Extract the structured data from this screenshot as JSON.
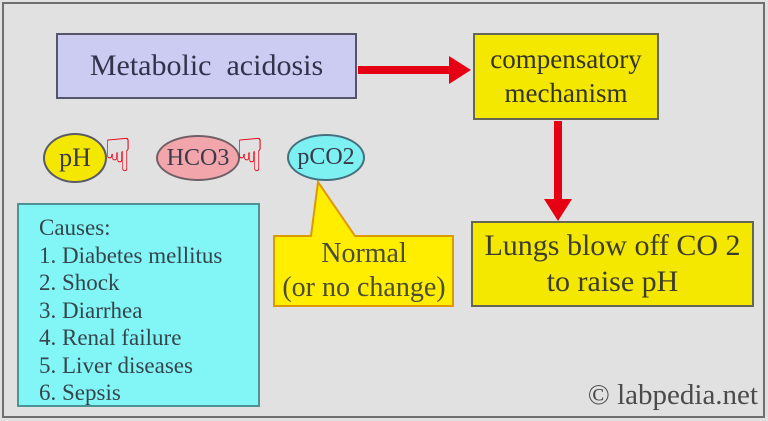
{
  "diagram": {
    "title_box": {
      "label": "Metabolic  acidosis"
    },
    "compensatory_box": {
      "label": "compensatory\nmechanism"
    },
    "lungs_box": {
      "label": "Lungs blow off CO 2\nto raise pH"
    },
    "indicators": [
      {
        "label": "pH",
        "trend": "down",
        "glyph": "☟"
      },
      {
        "label": "HCO3",
        "trend": "down",
        "glyph": "☟"
      },
      {
        "label": "pCO2",
        "trend": "normal"
      }
    ],
    "normal_bubble": {
      "label": "Normal\n(or no change)"
    },
    "causes_box": {
      "heading": "Causes:",
      "items": [
        "1. Diabetes mellitus",
        "2. Shock",
        "3. Diarrhea",
        "4. Renal failure",
        "5. Liver diseases",
        "6. Sepsis"
      ]
    },
    "watermark": "© labpedia.net",
    "colors": {
      "background": "#e1e1e1",
      "frame_border": "#6f6f6f",
      "title_box_fill": "#ccccf2",
      "yellow_fill": "#f5e800",
      "bubble_fill": "#ffee00",
      "bubble_border": "#dd9900",
      "pink_fill": "#f2a6ac",
      "cyan_fill": "#7df0f2",
      "causes_fill": "#82f6f6",
      "arrow_red": "#e60014",
      "text_dark": "#32324b"
    }
  }
}
